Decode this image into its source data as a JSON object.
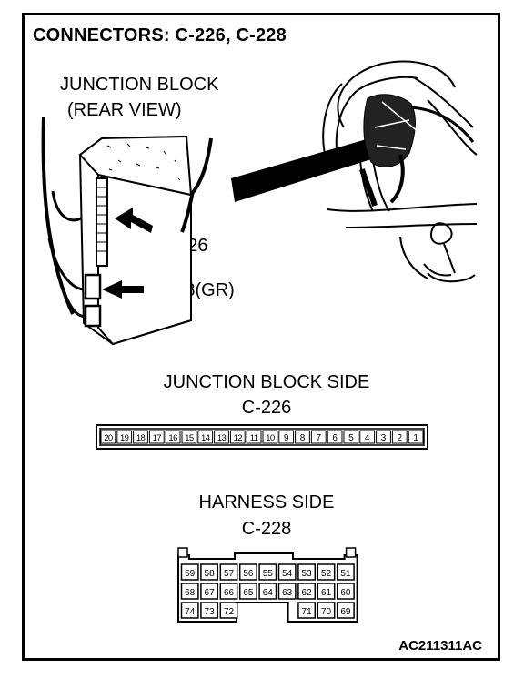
{
  "title": "CONNECTORS: C-226, C-228",
  "jb_label_line1": "JUNCTION BLOCK",
  "jb_label_line2": "(REAR VIEW)",
  "callout_c226": "C-226",
  "callout_c228": "C-228(GR)",
  "jb_side_title": "JUNCTION BLOCK SIDE",
  "jb_side_connector": "C-226",
  "c226_pins": [
    "20",
    "19",
    "18",
    "17",
    "16",
    "15",
    "14",
    "13",
    "12",
    "11",
    "10",
    "9",
    "8",
    "7",
    "6",
    "5",
    "4",
    "3",
    "2",
    "1"
  ],
  "harness_side_title": "HARNESS SIDE",
  "harness_side_connector": "C-228",
  "c228_row1": [
    "59",
    "58",
    "57",
    "56",
    "55",
    "54",
    "53",
    "52",
    "51"
  ],
  "c228_row2": [
    "68",
    "67",
    "66",
    "65",
    "64",
    "63",
    "62",
    "61",
    "60"
  ],
  "c228_row3": [
    "74",
    "73",
    "72",
    "",
    "",
    "",
    "71",
    "70",
    "69"
  ],
  "figure_code": "AC211311AC"
}
